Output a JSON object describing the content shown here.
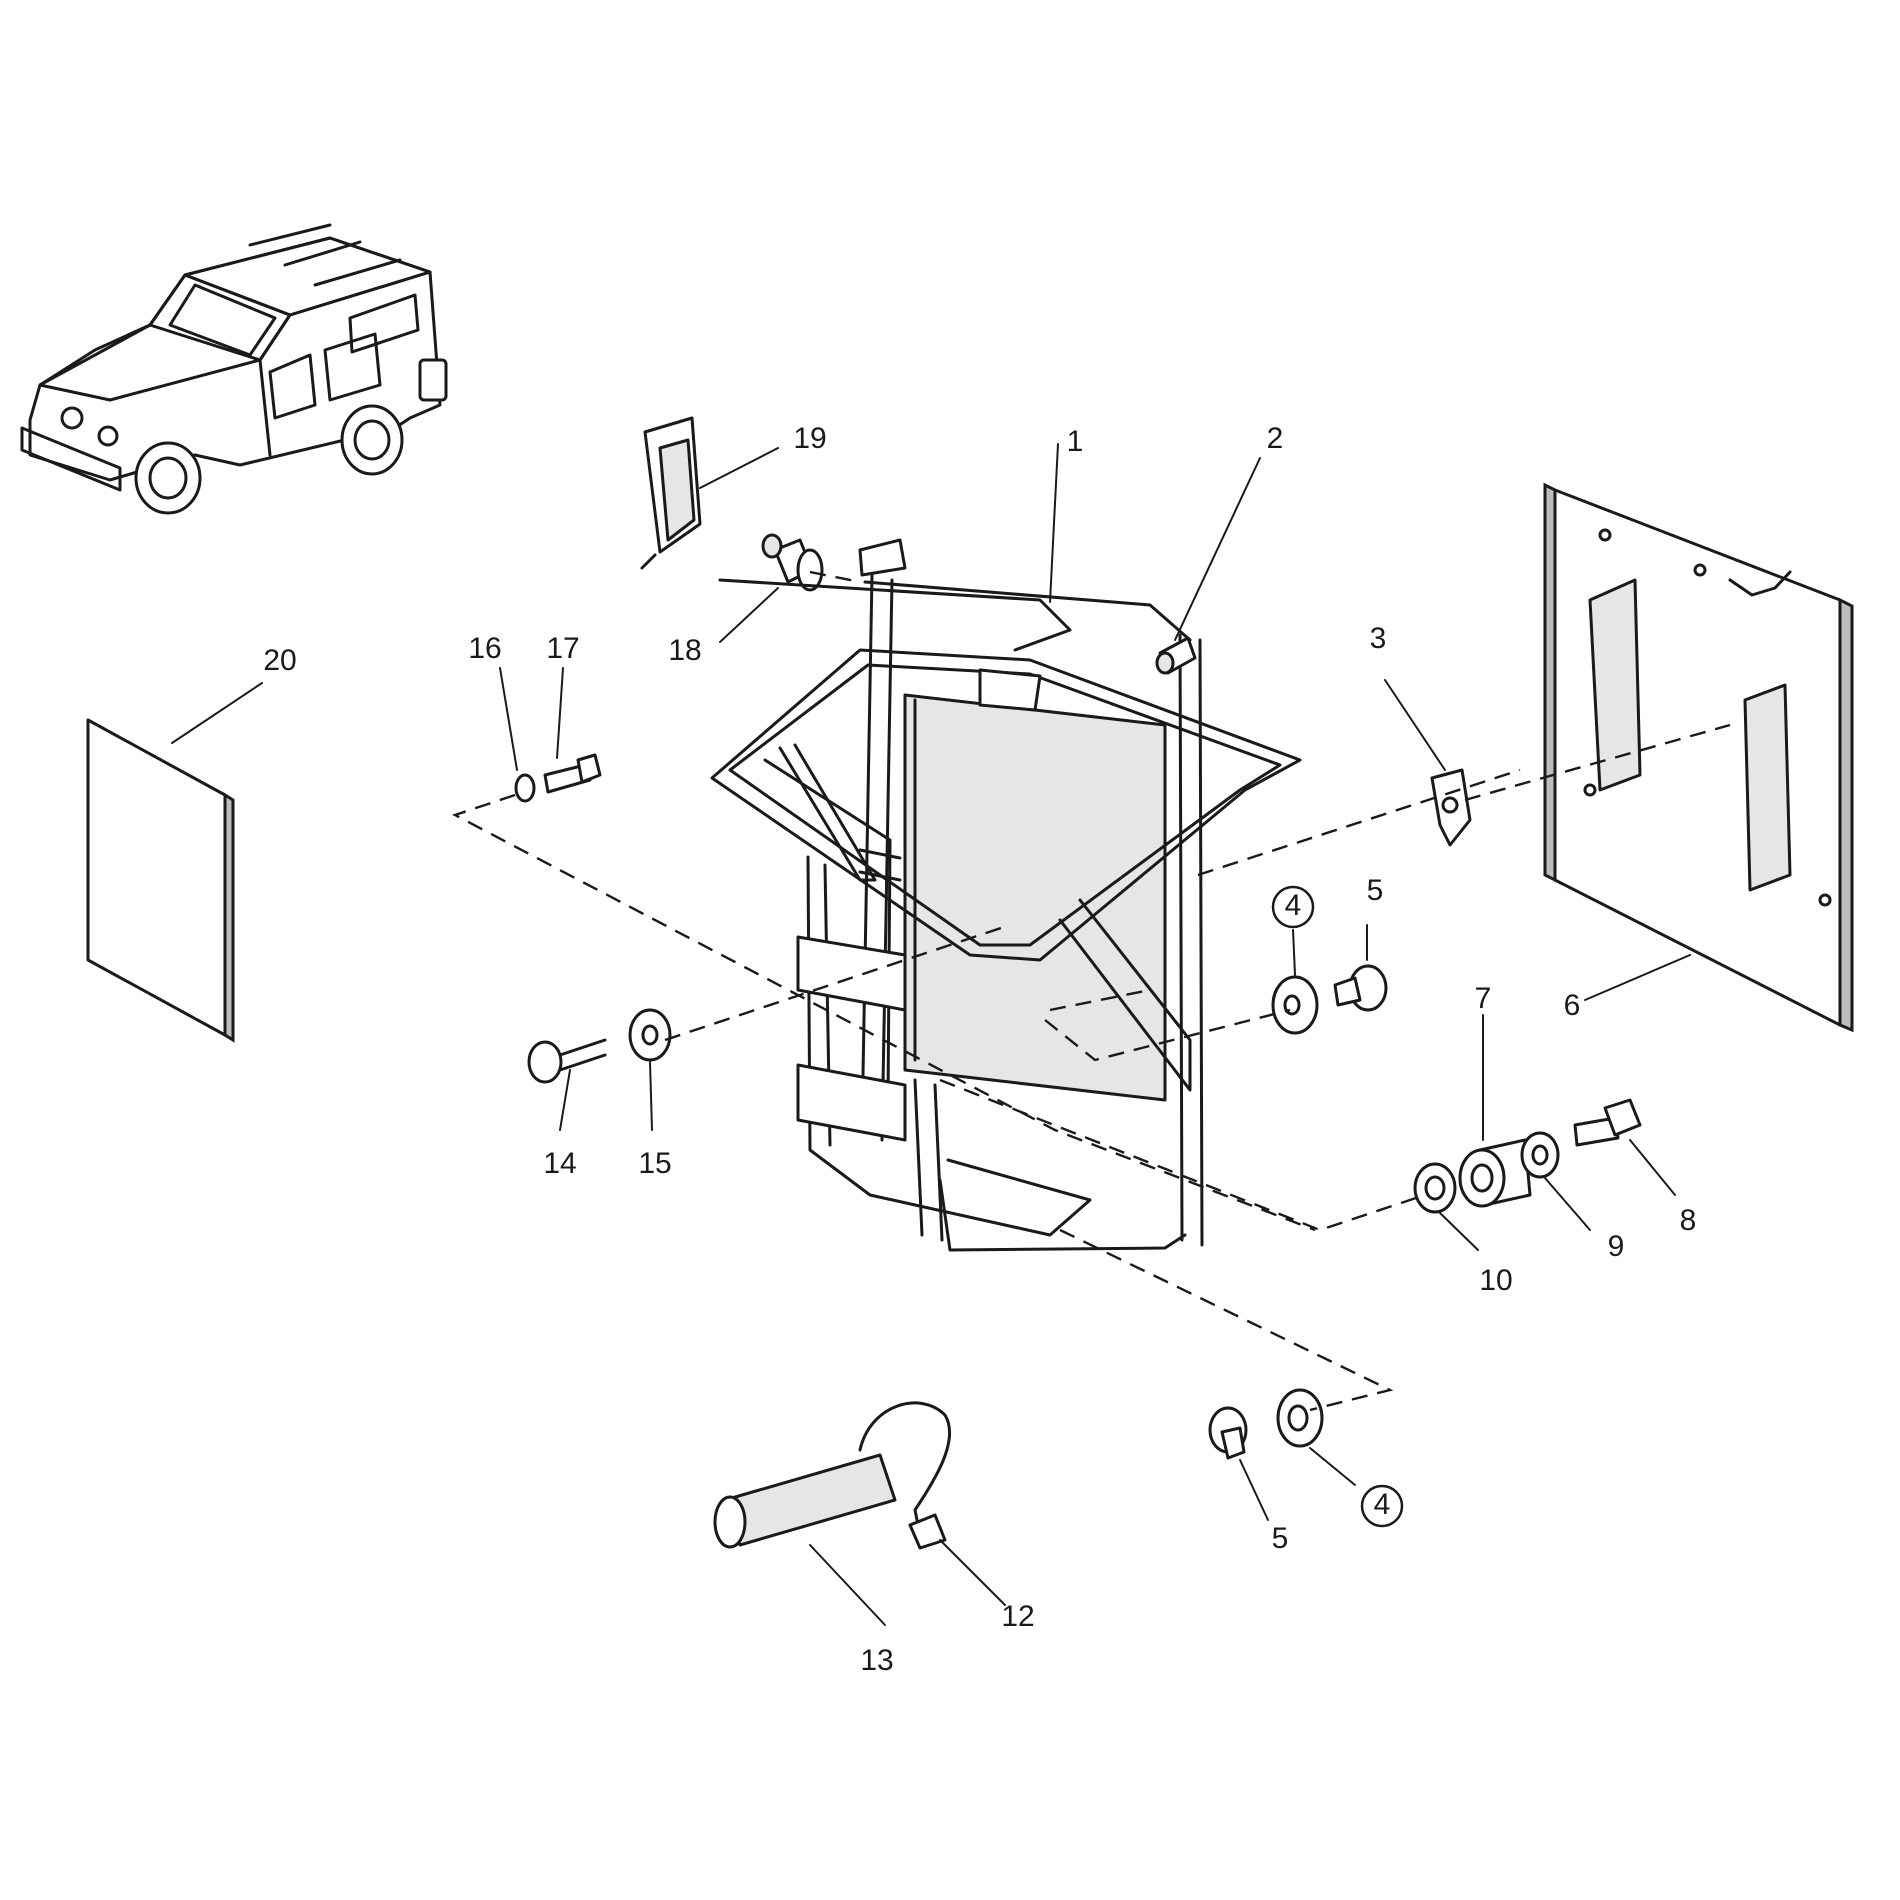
{
  "labels": {
    "p1": "1",
    "p2": "2",
    "p3": "3",
    "p4a": "4",
    "p4b": "4",
    "p5a": "5",
    "p5b": "5",
    "p6": "6",
    "p7": "7",
    "p8": "8",
    "p9": "9",
    "p10": "10",
    "p12": "12",
    "p13": "13",
    "p14": "14",
    "p15": "15",
    "p16": "16",
    "p17": "17",
    "p18": "18",
    "p19": "19",
    "p20": "20"
  },
  "circled_labels": [
    "p4a",
    "p4b"
  ]
}
